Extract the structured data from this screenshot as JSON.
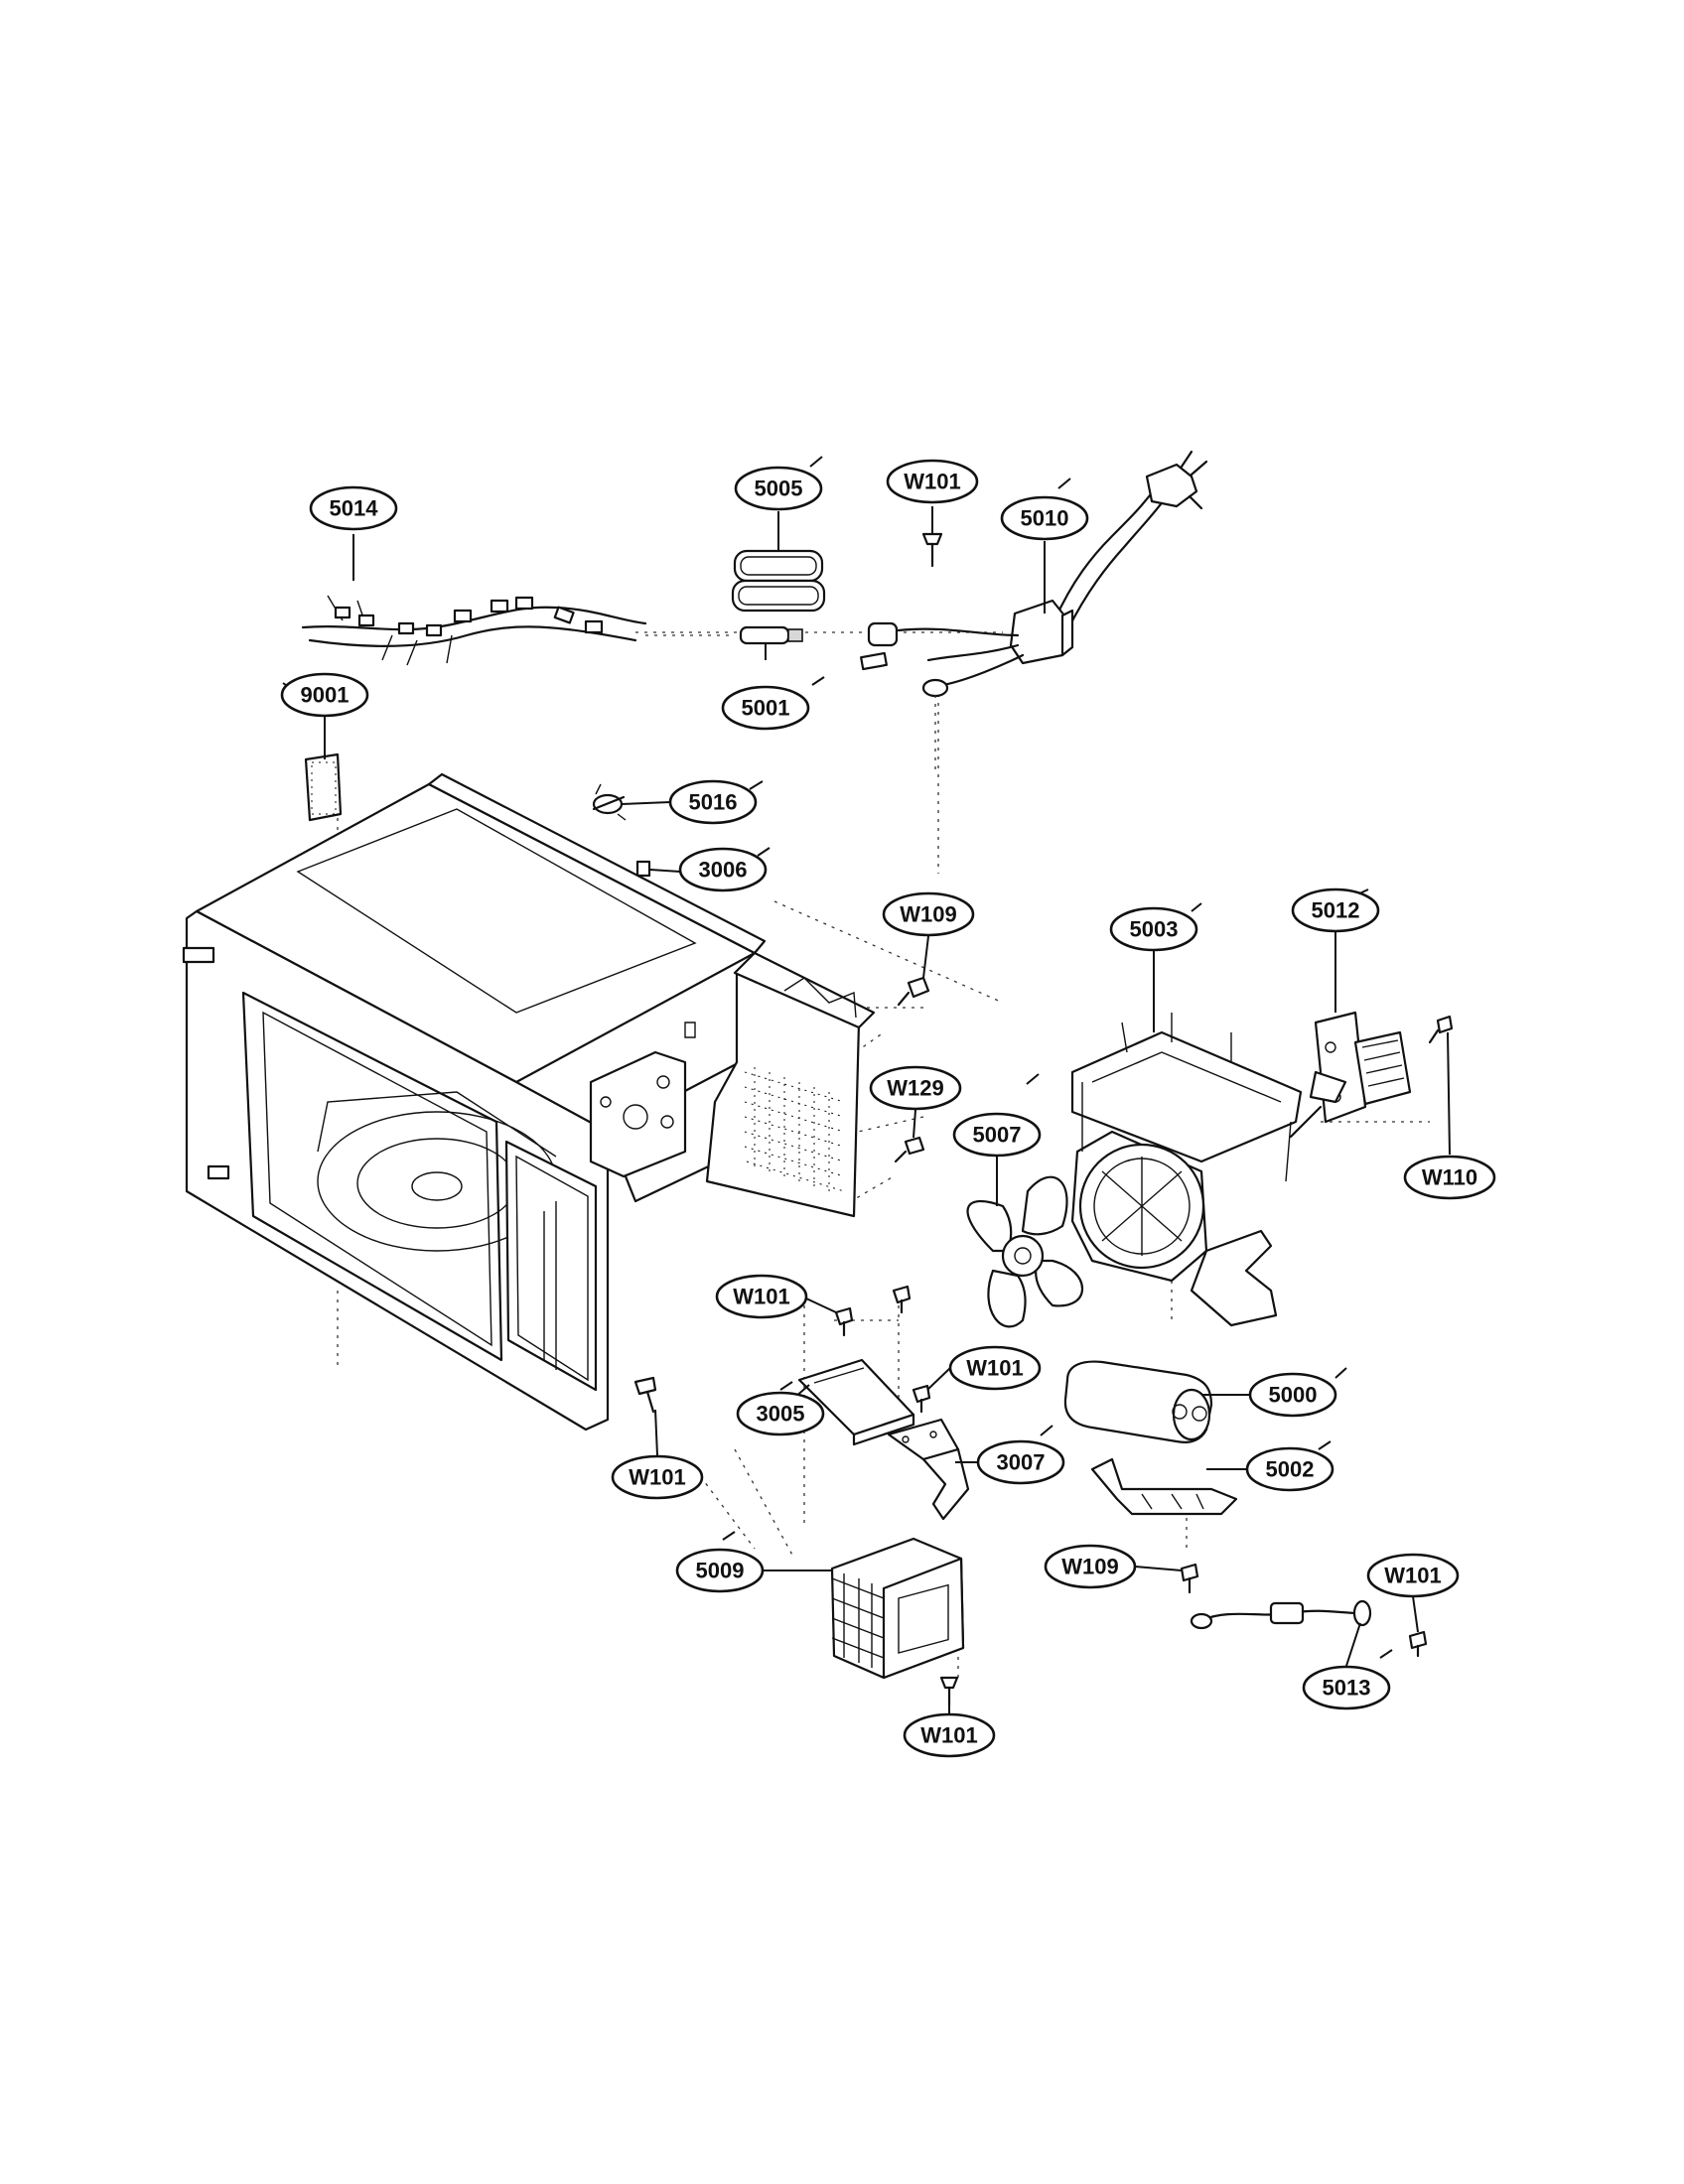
{
  "callouts": [
    {
      "id": "c-5014",
      "label": "5014"
    },
    {
      "id": "c-5005",
      "label": "5005"
    },
    {
      "id": "c-w101-top",
      "label": "W101"
    },
    {
      "id": "c-5010",
      "label": "5010"
    },
    {
      "id": "c-5001",
      "label": "5001"
    },
    {
      "id": "c-9001",
      "label": "9001"
    },
    {
      "id": "c-5016",
      "label": "5016"
    },
    {
      "id": "c-3006",
      "label": "3006"
    },
    {
      "id": "c-w109-top",
      "label": "W109"
    },
    {
      "id": "c-5003",
      "label": "5003"
    },
    {
      "id": "c-5012",
      "label": "5012"
    },
    {
      "id": "c-w129",
      "label": "W129"
    },
    {
      "id": "c-5007",
      "label": "5007"
    },
    {
      "id": "c-w110",
      "label": "W110"
    },
    {
      "id": "c-w101-mid",
      "label": "W101"
    },
    {
      "id": "c-w101-right",
      "label": "W101"
    },
    {
      "id": "c-3005",
      "label": "3005"
    },
    {
      "id": "c-5000",
      "label": "5000"
    },
    {
      "id": "c-w101-left",
      "label": "W101"
    },
    {
      "id": "c-3007",
      "label": "3007"
    },
    {
      "id": "c-5002",
      "label": "5002"
    },
    {
      "id": "c-5009",
      "label": "5009"
    },
    {
      "id": "c-w109-bottom",
      "label": "W109"
    },
    {
      "id": "c-w101-far",
      "label": "W101"
    },
    {
      "id": "c-5013",
      "label": "5013"
    },
    {
      "id": "c-w101-bottom",
      "label": "W101"
    }
  ]
}
